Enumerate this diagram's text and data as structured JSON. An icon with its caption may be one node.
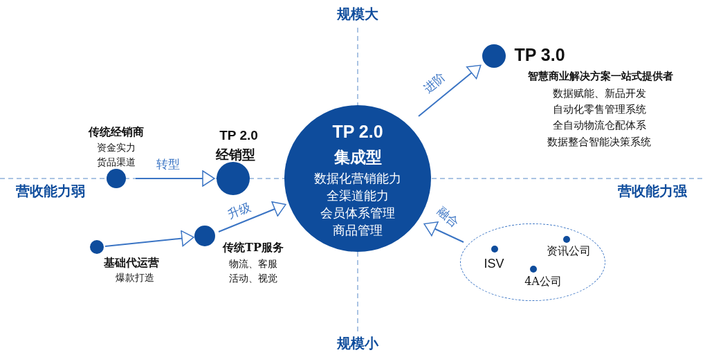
{
  "diagram": {
    "nodes": [
      {
        "text": [
          "传统经销商",
          "资金实力",
          "货品渠道"
        ]
      },
      {
        "text": [
          "TP 2.0",
          "经销型"
        ]
      },
      {
        "text": [
          "基础代运营",
          "爆款打造"
        ]
      },
      {
        "text": [
          "传统TP服务",
          "物流、客服",
          "活动、视觉"
        ]
      },
      {
        "text": [
          "TP 2.0",
          "集成型",
          "数据化营销能力",
          "全渠道能力",
          "会员体系管理",
          "商品管理"
        ]
      },
      {
        "text": [
          "TP 3.0",
          "智慧商业解决方案一站式提供者"
        ],
        "beside": [
          "数据赋能、新品开发",
          "自动化零售管理系统",
          "全自动物流仓配体系",
          "数据整合智能决策系统"
        ]
      },
      {
        "text": [],
        "shape": "ellipse"
      },
      {
        "text": [
          "ISV"
        ],
        "in": 6
      },
      {
        "text": [
          "资讯公司"
        ],
        "in": 6
      },
      {
        "text": [
          "4A公司"
        ],
        "in": 6
      }
    ],
    "edges": [
      {
        "from": 0,
        "to": 1,
        "arrow": "to",
        "label": "转型"
      },
      {
        "from": 2,
        "to": 3,
        "arrow": "to"
      },
      {
        "from": 3,
        "to": 4,
        "arrow": "to",
        "label": "升级"
      },
      {
        "from": 4,
        "to": 5,
        "arrow": "to",
        "label": "进阶"
      },
      {
        "from": 6,
        "to": 4,
        "arrow": "to",
        "label": "融合"
      }
    ],
    "labels": [
      "规模大",
      "营收能力弱",
      "营收能力强",
      "规模小"
    ]
  }
}
